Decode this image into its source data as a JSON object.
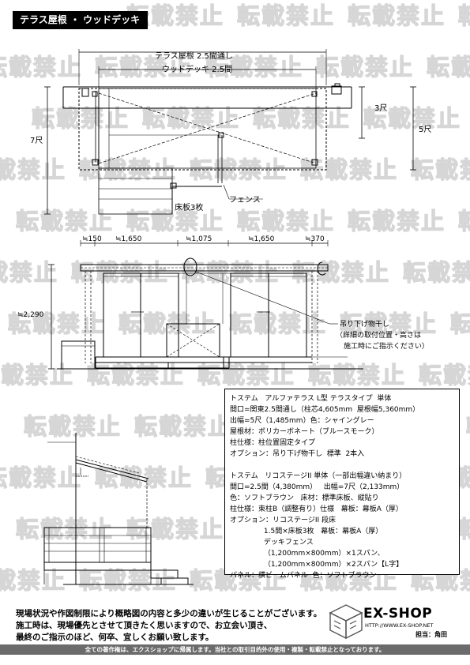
{
  "title": "テラス屋根 ・ ウッドデッキ",
  "watermark": "転載禁止",
  "plan": {
    "dim_terrace": "テラス屋根  2.5間通し",
    "dim_deck": "ウッドデッキ  2.5間",
    "dim_3shaku": "3尺",
    "dim_5shaku": "5尺",
    "dim_7shaku": "7尺",
    "label_fence": "フェンス",
    "label_step": "床板3枚"
  },
  "elevation": {
    "dim_150": "≒150",
    "dim_1650a": "≒1,650",
    "dim_1075": "≒1,075",
    "dim_1650b": "≒1,650",
    "dim_370": "≒370",
    "dim_2290": "≒2,290",
    "hanger_note": [
      "吊り下げ物干し",
      "（詳細の取付位置・高さは",
      "施工時にご指示ください）"
    ]
  },
  "spec": [
    "トステム   アルファテラス L型 テラスタイプ  単体",
    "間口=関東2.5間通し（柱芯4,605mm  屋根幅5,360mm）",
    "出幅=5尺（1,485mm）色：シャイングレー",
    "屋根材：ポリカーボネート（ブルースモーク）",
    "柱仕様：柱位置固定タイプ",
    "オプション：吊り下げ物干し  標準  2本入",
    "",
    "トステム   リコステージII 単体（一部出幅違い納まり）",
    "間口=2.5間（4,380mm）   出幅=7尺（2,133mm）",
    "色：ソフトブラウン   床材：標準床板、縦貼り",
    "柱仕様：束柱B（調整有り）仕様   幕板：幕板A（厚）",
    "オプション：リコステージII 段床",
    "               1.5間×床板3枚   幕板：幕板A（厚）",
    "               デッキフェンス",
    "               （1,200mm×800mm）×1スパン、",
    "               （1,200mm×800mm）×2スパン【L字】",
    "パネル：横ビームパネル  色：ソフトブラウン"
  ],
  "notes": [
    "現場状況や作図制限により概略図の内容と多少の違いが生じることがございます。",
    "施工時は、現場優先とさせて頂きたく思いますので、お立会い頂き、",
    "最終のご指示のほど、何卒、宜しくお願い致します。"
  ],
  "logo": {
    "name": "EX-SHOP",
    "url": "HTTP://WWW.EX-SHOP.NET",
    "staff": "担当：角田"
  },
  "footer": "全ての著作権は、エクスショップに帰属します。当社との取引目的外の使用・複製・転載禁止となっております。"
}
